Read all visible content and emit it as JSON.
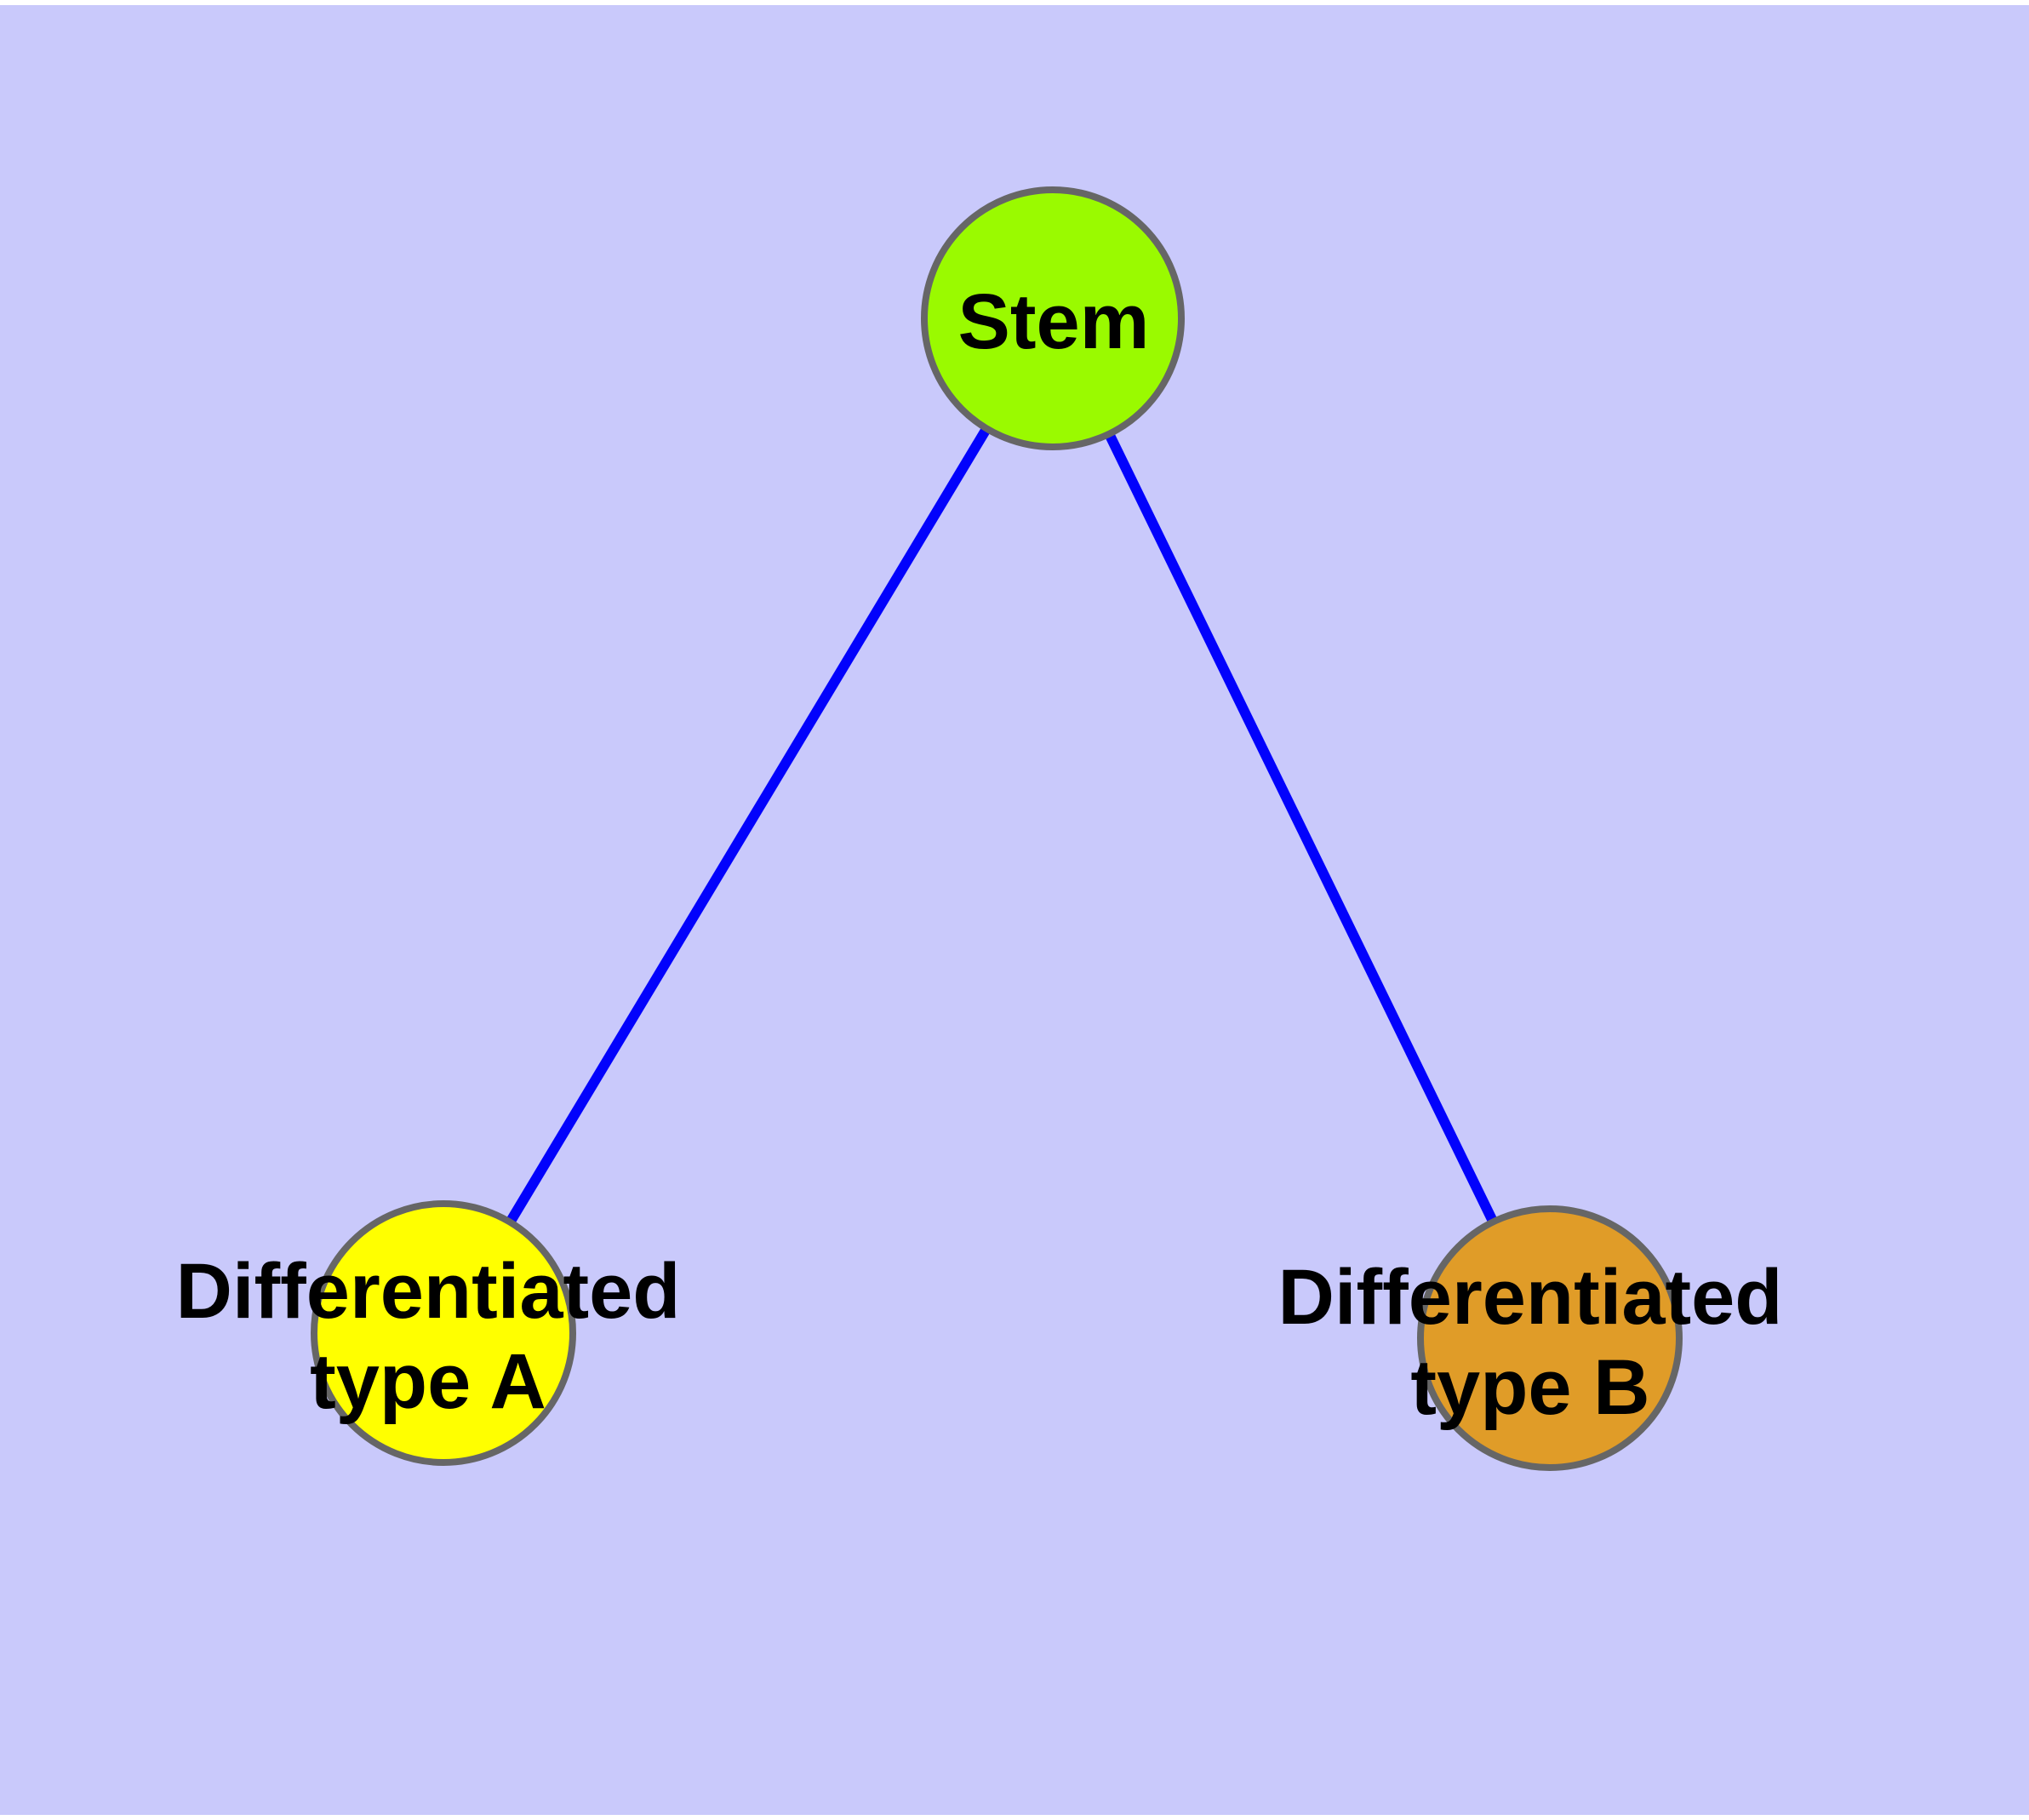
{
  "diagram": {
    "type": "node-link-graph",
    "colors": {
      "background": "#C9C9FB",
      "page_margin": "#FFFFFF",
      "edge": "#0202FC",
      "node_border": "#666666",
      "label_text": "#000000"
    },
    "nodes": {
      "stem": {
        "label": "Stem",
        "fill": "#9AFA00"
      },
      "type_a": {
        "label_line1": "Differentiated",
        "label_line2": "type A",
        "fill": "#FFFF00"
      },
      "type_b": {
        "label_line1": "Differentiated",
        "label_line2": "type B",
        "fill": "#E09C28"
      }
    },
    "edges": [
      {
        "from": "Stem",
        "to": "Differentiated type A"
      },
      {
        "from": "Stem",
        "to": "Differentiated type B"
      }
    ]
  }
}
